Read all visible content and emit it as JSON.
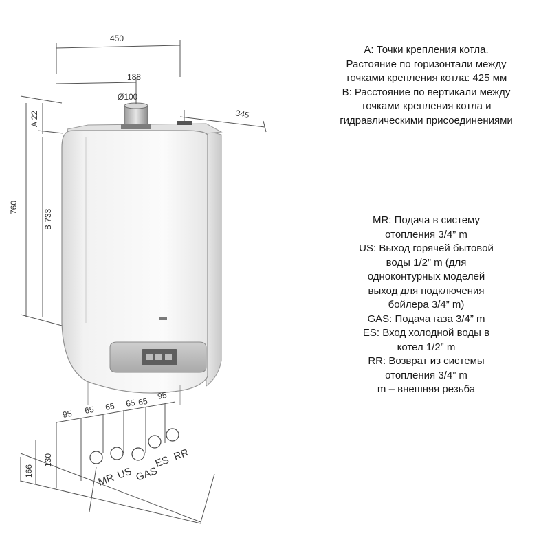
{
  "dimensions": {
    "width": "450",
    "flue_offset": "188",
    "flue_diameter": "Ø100",
    "depth": "345",
    "height": "760",
    "a_offset": "A 22",
    "b_distance": "B 733",
    "conn_spacing": [
      "95",
      "65",
      "65",
      "65",
      "65",
      "95"
    ],
    "conn_offset_130": "130",
    "conn_offset_166": "166"
  },
  "connections": [
    "MR",
    "US",
    "GAS",
    "ES",
    "RR"
  ],
  "notes_top": [
    "A: Точки крепления котла.",
    "Растояние по горизонтали между",
    "точками крепления котла: 425 мм",
    "B: Расстояние по вертикали между",
    "точками крепления котла и",
    "гидравлическими присоединениями"
  ],
  "notes_bottom": [
    "MR: Подача в систему",
    "отопления 3/4” m",
    "US: Выход горячей бытовой",
    "воды 1/2” m (для",
    "одноконтурных моделей",
    "выход для подключения",
    "бойлера 3/4” m)",
    "GAS: Подача газа 3/4” m",
    "ES: Вход холодной воды в",
    "котел 1/2” m",
    "RR: Возврат из системы",
    "отопления 3/4” m",
    "m – внешняя резьба"
  ]
}
